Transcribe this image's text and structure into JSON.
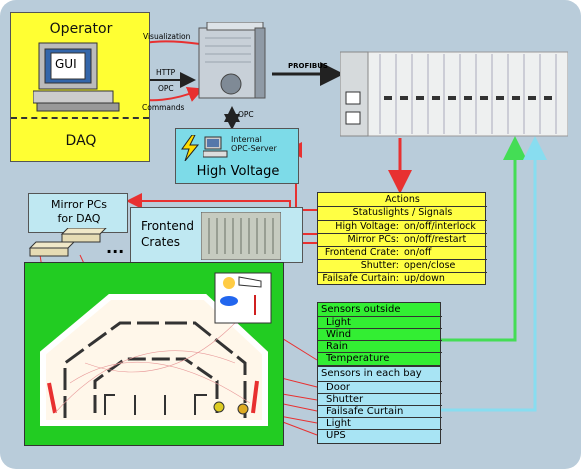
{
  "operator": {
    "title": "Operator",
    "gui": "GUI",
    "daq": "DAQ"
  },
  "arrows": {
    "visualization": "Visualization",
    "http": "HTTP",
    "opc": "OPC",
    "commands": "Commands",
    "opc_down": "OPC",
    "profibus": "PROFIBUS"
  },
  "high_voltage": {
    "title": "High Voltage",
    "internal": "Internal",
    "opc_server": "OPC-Server"
  },
  "mirror_pcs": {
    "line1": "Mirror PCs",
    "line2": "for DAQ",
    "ellipsis": "..."
  },
  "frontend": {
    "line1": "Frontend",
    "line2": "Crates"
  },
  "actions": {
    "title": "Actions",
    "header": "Statuslights / Signals",
    "rows": [
      {
        "key": "High Voltage:",
        "value": "on/off/interlock"
      },
      {
        "key": "Mirror PCs:",
        "value": "on/off/restart"
      },
      {
        "key": "Frontend Crate:",
        "value": "on/off"
      },
      {
        "key": "Shutter:",
        "value": "open/close"
      },
      {
        "key": "Failsafe Curtain:",
        "value": "up/down"
      }
    ]
  },
  "sensors_outside": {
    "title": "Sensors outside",
    "items": [
      "Light",
      "Wind",
      "Rain",
      "Temperature"
    ]
  },
  "sensors_bay": {
    "title": "Sensors in each bay",
    "items": [
      "Door",
      "Shutter",
      "Failsafe Curtain",
      "Light",
      "UPS"
    ]
  },
  "colors": {
    "red": "#e83030",
    "green": "#44dd55",
    "cyan": "#88ddf0",
    "yellow": "#ffff33"
  }
}
